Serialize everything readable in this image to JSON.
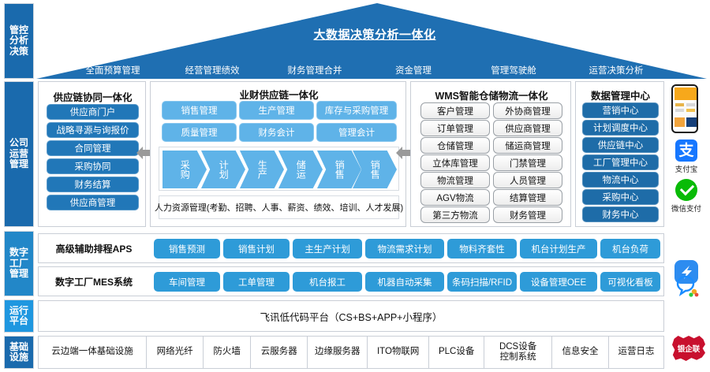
{
  "rail": {
    "items": [
      {
        "name": "governance",
        "lines": [
          "管控",
          "分析",
          "决策"
        ],
        "tone": "dark"
      },
      {
        "name": "company-operations",
        "lines": [
          "公司",
          "运营",
          "管理"
        ],
        "tone": "dark"
      },
      {
        "name": "digital-factory",
        "lines": [
          "数字",
          "工厂",
          "管理"
        ],
        "tone": "mid"
      },
      {
        "name": "runtime-platform",
        "lines": [
          "运行",
          "平台"
        ],
        "tone": "light"
      },
      {
        "name": "infrastructure",
        "lines": [
          "基础",
          "设施"
        ],
        "tone": "dark"
      }
    ]
  },
  "header": {
    "title": "大数据决策分析一体化",
    "tabs": [
      "全面预算管理",
      "经营管理绩效",
      "财务管理合并",
      "资金管理",
      "管理驾驶舱",
      "运营决策分析"
    ]
  },
  "supply_chain": {
    "title": "供应链协同一体化",
    "items": [
      "供应商门户",
      "战略寻源与询报价",
      "合同管理",
      "采购协同",
      "财务结算",
      "供应商管理"
    ]
  },
  "business_finance": {
    "title": "业财供应链一体化",
    "grid": [
      "销售管理",
      "生产管理",
      "库存与采购管理",
      "质量管理",
      "财务会计",
      "管理会计"
    ],
    "flow": [
      "采购",
      "计划",
      "生产",
      "储运",
      "销售",
      "销售"
    ],
    "hr_bar": "人力资源管理(考勤、招聘、人事、薪资、绩效、培训、人才发展)"
  },
  "wms": {
    "title": "WMS智能仓储物流一体化",
    "left_column": [
      "客户管理",
      "订单管理",
      "仓储管理",
      "立体库管理",
      "物流管理",
      "AGV物流",
      "第三方物流"
    ],
    "right_column": [
      "外协商管理",
      "供应商管理",
      "储运商管理",
      "门禁管理",
      "人员管理",
      "结算管理",
      "财务管理"
    ]
  },
  "data_center": {
    "title": "数据管理中心",
    "items": [
      "营销中心",
      "计划调度中心",
      "供应链中心",
      "工厂管理中心",
      "物流中心",
      "采购中心",
      "财务中心"
    ]
  },
  "aps_row": {
    "label": "高级辅助排程APS",
    "items": [
      "销售预测",
      "销售计划",
      "主生产计划",
      "物流需求计划",
      "物料齐套性",
      "机台计划生产",
      "机台负荷"
    ]
  },
  "mes_row": {
    "label": "数字工厂MES系统",
    "items": [
      "车间管理",
      "工单管理",
      "机台报工",
      "机器自动采集",
      "条码扫描/RFID",
      "设备管理OEE",
      "可视化看板"
    ]
  },
  "platform_row": {
    "text": "飞讯低代码平台（CS+BS+APP+小程序）"
  },
  "infra_row": {
    "items": [
      "云边端一体基础设施",
      "网络光纤",
      "防火墙",
      "云服务器",
      "边缘服务器",
      "ITO物联网",
      "PLC设备",
      "DCS设备\n控制系统",
      "信息安全",
      "运营日志"
    ]
  },
  "side_icons": [
    {
      "name": "mobile-app-phone",
      "label": ""
    },
    {
      "name": "alipay",
      "glyph": "支",
      "label": "支付宝"
    },
    {
      "name": "wechat-pay",
      "glyph": "",
      "label": "微信支付"
    },
    {
      "name": "dingtalk",
      "glyph": "",
      "label": ""
    },
    {
      "name": "tencent-chat",
      "glyph": "",
      "label": ""
    },
    {
      "name": "bank-enterprise-link",
      "glyph": "银企联",
      "label": ""
    }
  ],
  "colors": {
    "brand_blue": "#1f6fb2",
    "deep_pill": "#2177b8",
    "sky_pill": "#5fb3e8",
    "aps_pill": "#2e9bd8",
    "dmc_pill": "#1e6ca8",
    "border": "#c9ced6"
  }
}
